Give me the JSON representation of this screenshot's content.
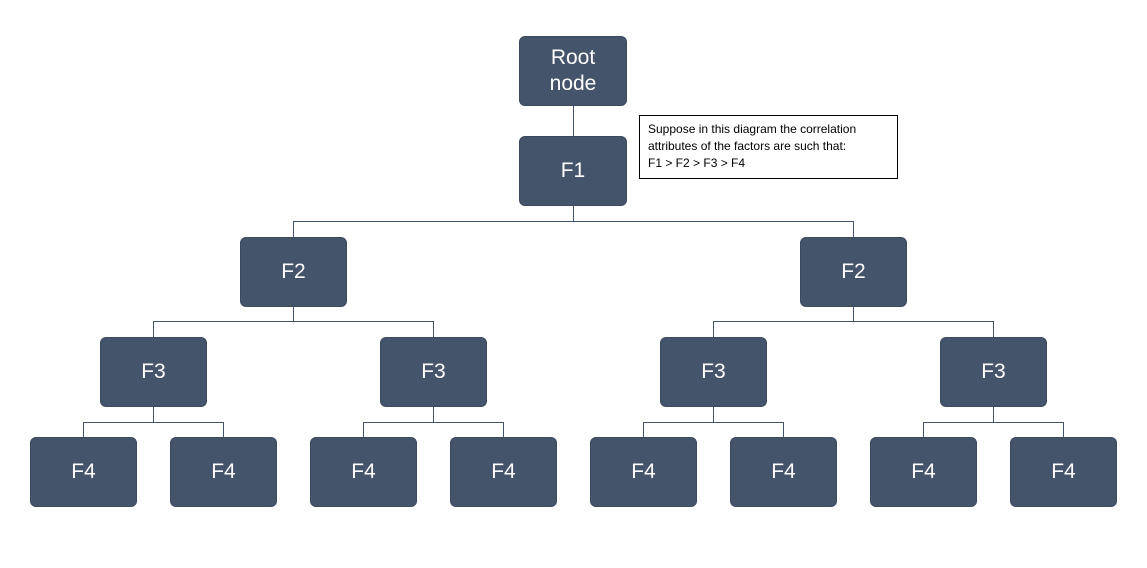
{
  "diagram": {
    "root": {
      "lines": [
        "Root",
        "node"
      ]
    },
    "f1": {
      "label": "F1"
    },
    "f2": {
      "labels": [
        "F2",
        "F2"
      ]
    },
    "f3": {
      "labels": [
        "F3",
        "F3",
        "F3",
        "F3"
      ]
    },
    "f4": {
      "labels": [
        "F4",
        "F4",
        "F4",
        "F4",
        "F4",
        "F4",
        "F4",
        "F4"
      ]
    },
    "note": {
      "lines": [
        "Suppose in this diagram the correlation",
        "attributes of the factors are such that:",
        "F1 > F2 > F3 > F4"
      ]
    },
    "colors": {
      "node_fill": "#44546a",
      "node_text": "#ffffff",
      "connector": "#44546a",
      "note_border": "#000000"
    }
  }
}
